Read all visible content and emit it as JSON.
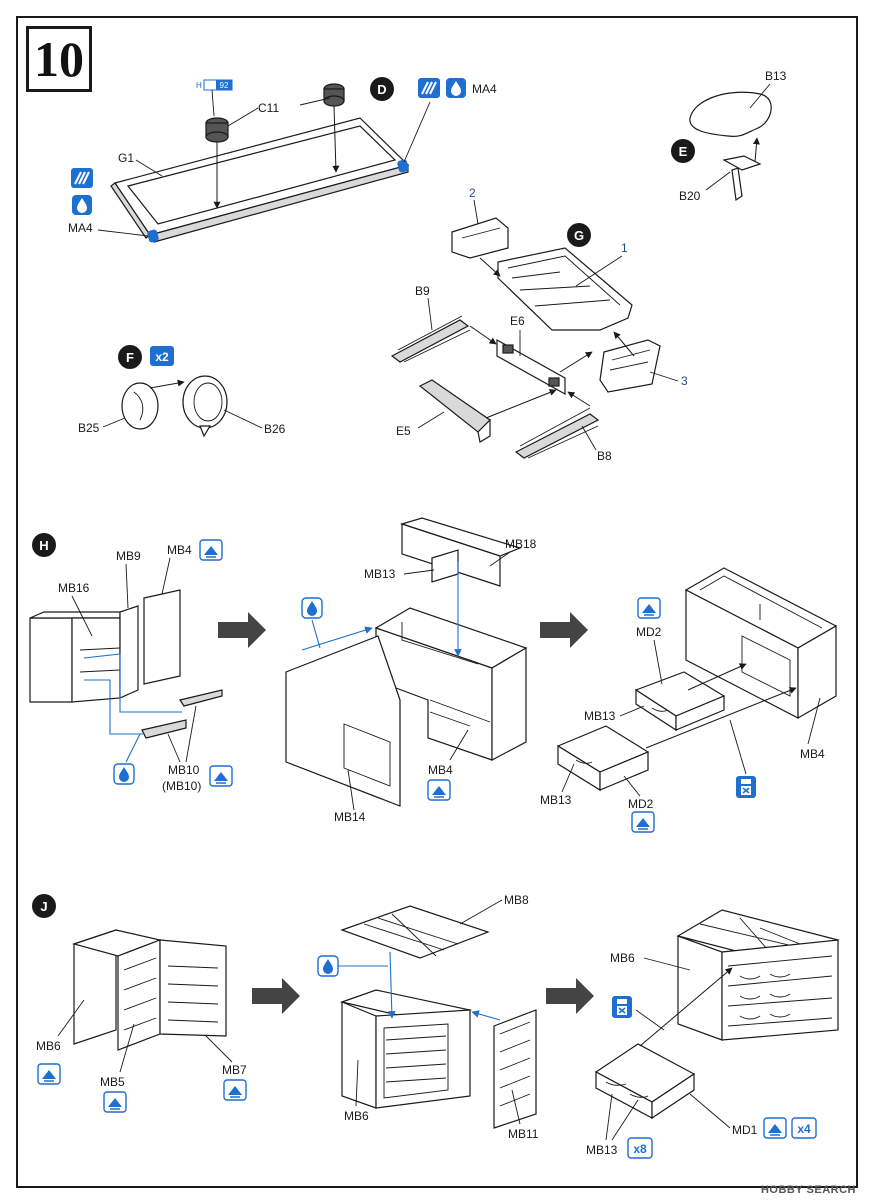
{
  "step_number": "10",
  "markers": {
    "D": "D",
    "E": "E",
    "F": "F",
    "G": "G",
    "H": "H",
    "J": "J"
  },
  "labels": {
    "c11": "C11",
    "g1": "G1",
    "ma4_right": "MA4",
    "ma4_left": "MA4",
    "b13": "B13",
    "b20": "B20",
    "b25": "B25",
    "b26": "B26",
    "b9": "B9",
    "e6": "E6",
    "e5": "E5",
    "b8": "B8",
    "g_part1": "1",
    "g_part2": "2",
    "g_part3": "3",
    "mb9": "MB9",
    "mb16": "MB16",
    "mb4_a": "MB4",
    "mb10": "MB10",
    "mb10_paren": "(MB10)",
    "mb18": "MB18",
    "mb13_a": "MB13",
    "mb14": "MB14",
    "mb4_b": "MB4",
    "md2_a": "MD2",
    "mb13_b": "MB13",
    "mb13_c": "MB13",
    "md2_b": "MD2",
    "mb4_c": "MB4",
    "mb6_a": "MB6",
    "mb5": "MB5",
    "mb7": "MB7",
    "mb8": "MB8",
    "mb6_b": "MB6",
    "mb11": "MB11",
    "mb6_c": "MB6",
    "md1": "MD1",
    "mb13_d": "MB13"
  },
  "counts": {
    "f_x2": "x2",
    "md1_x4": "x4",
    "mb13_x8": "x8"
  },
  "paint_ref": {
    "prefix": "H",
    "code": "92"
  },
  "watermark": "HOBBY SEARCH",
  "icons": [
    "paint-stripe-icon",
    "glue-drop-icon",
    "no-glue-icon",
    "up-arrow-icon",
    "direction-arrow-icon"
  ],
  "colors": {
    "accent_blue": "#1e6fd0",
    "line": "#1a1a1a",
    "number_blue": "#1f4e8c"
  }
}
